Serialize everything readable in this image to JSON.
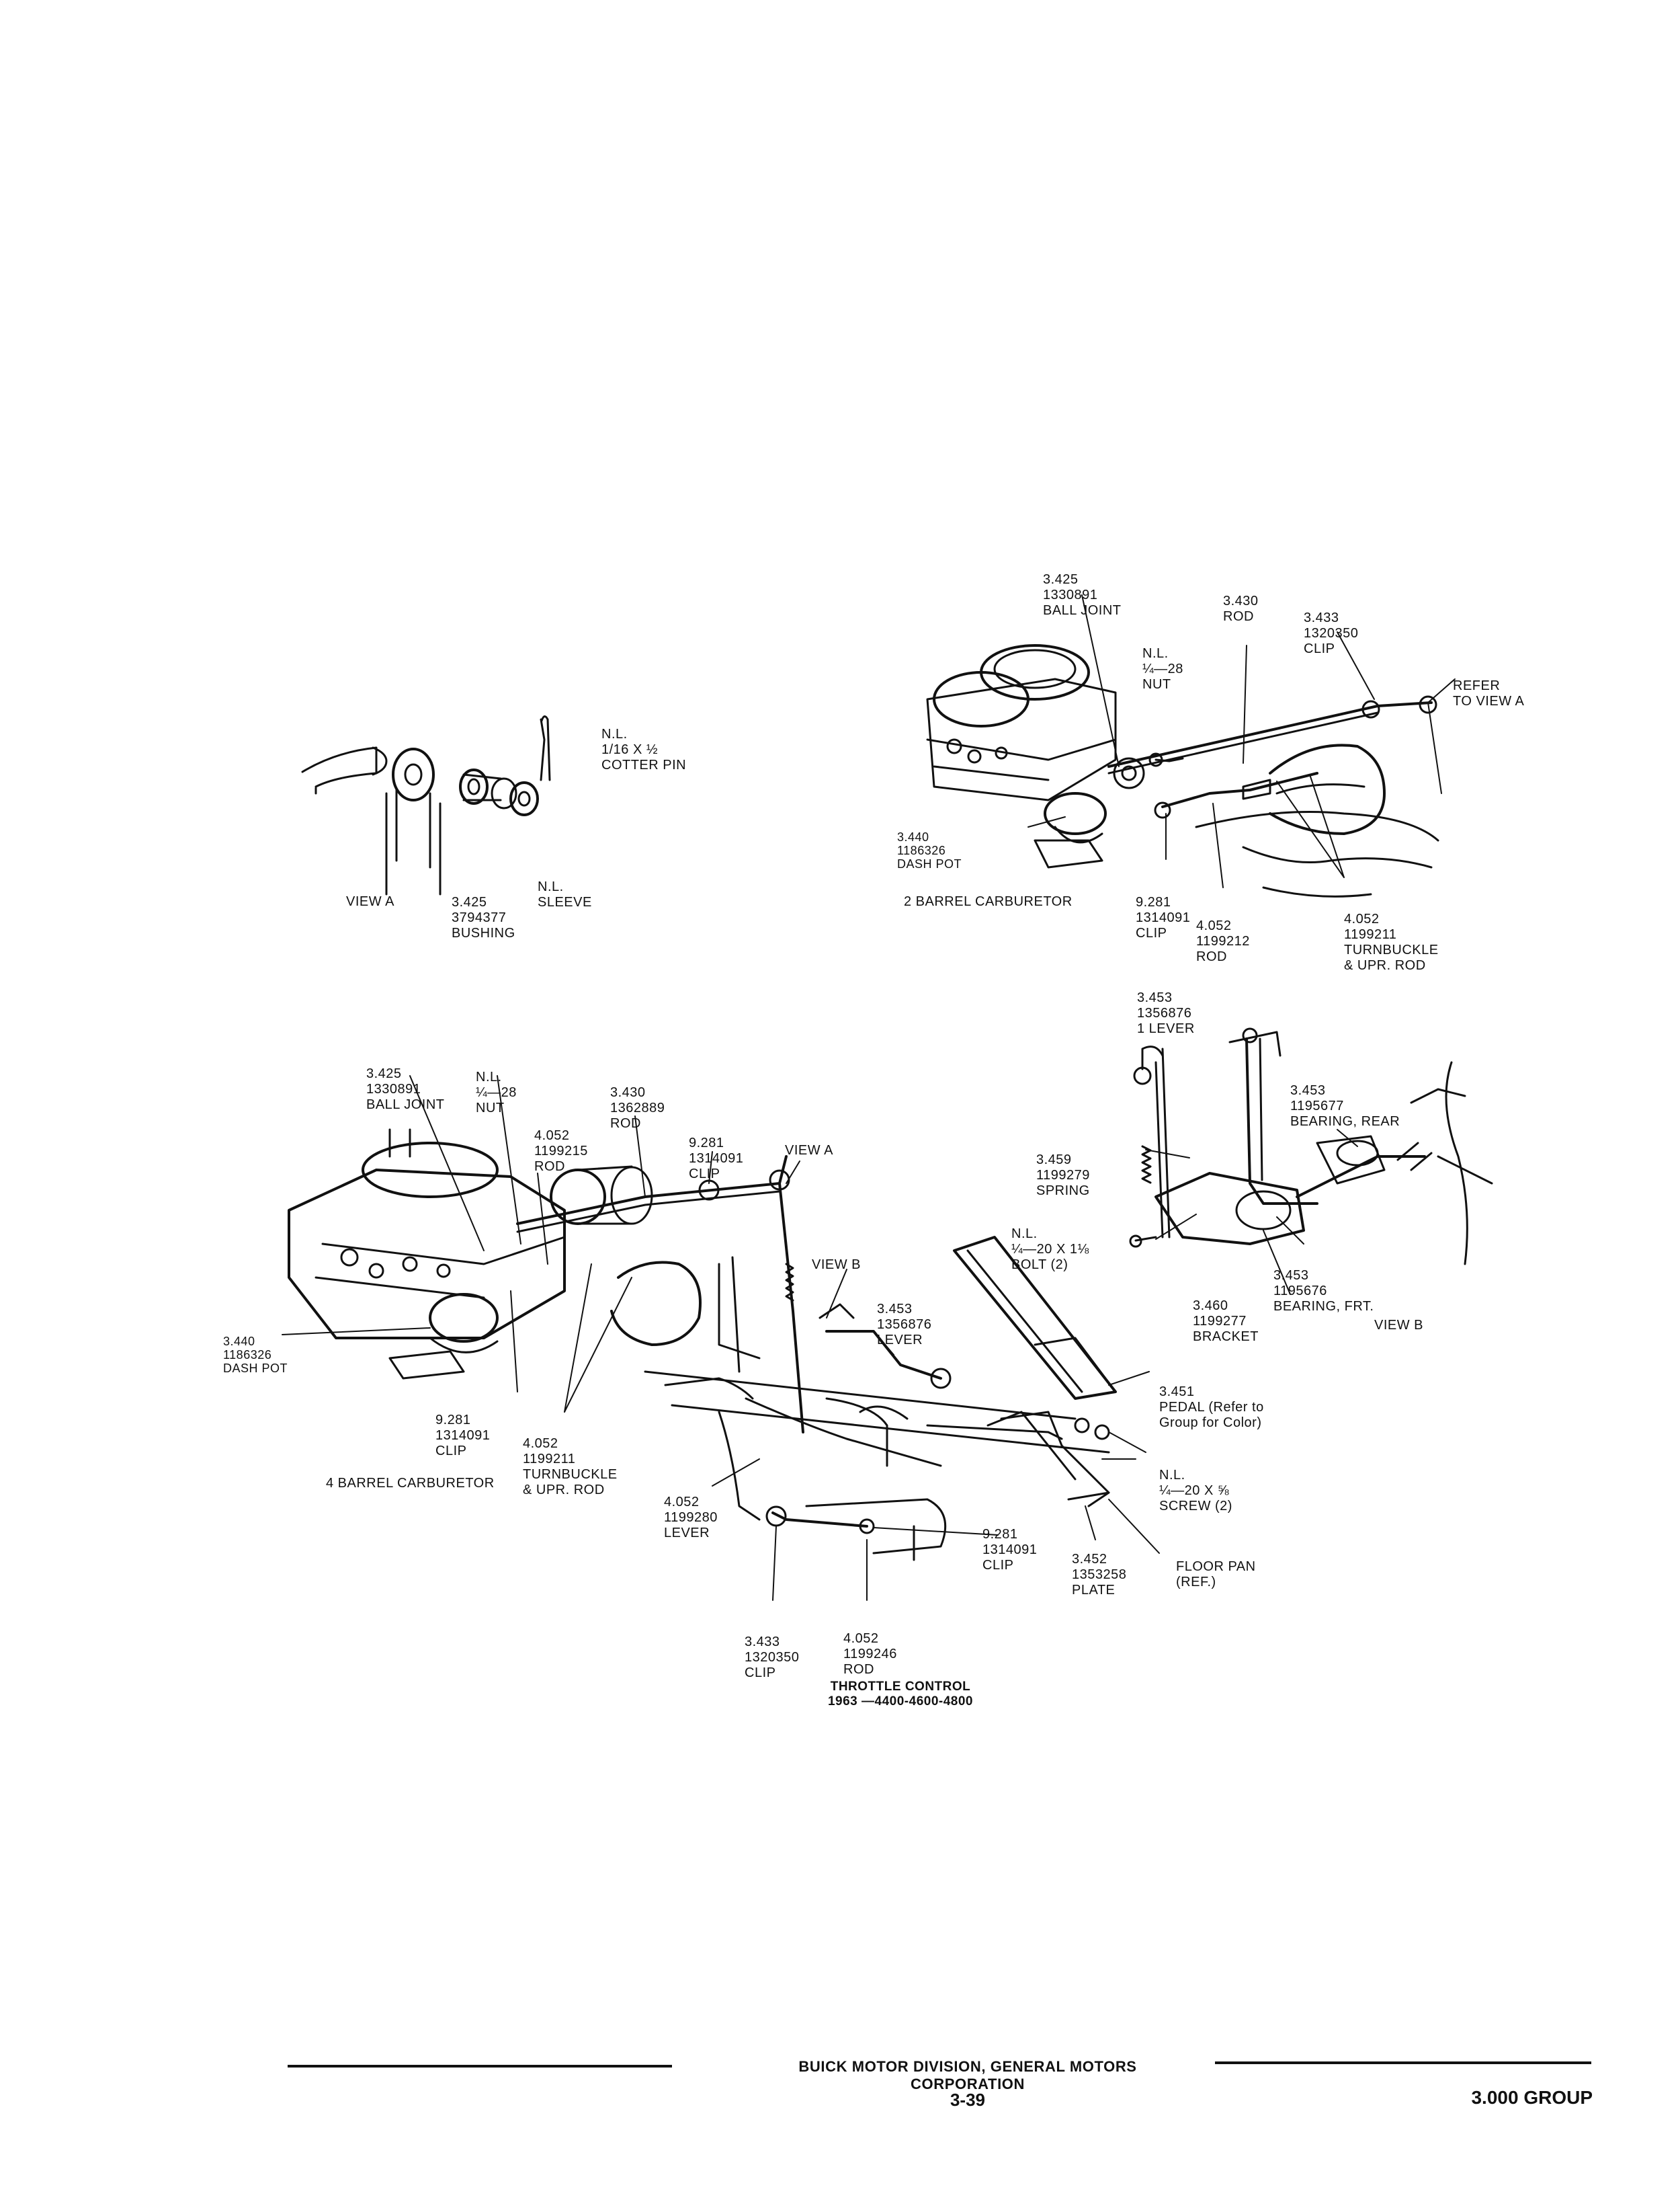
{
  "callouts": {
    "view_a": {
      "cotter_pin": [
        "N.L.",
        "1/16 x ½",
        "COTTER PIN"
      ],
      "bushing": [
        "3.425",
        "3794377",
        "BUSHING"
      ],
      "sleeve": [
        "N.L.",
        "SLEEVE"
      ],
      "view_label": "VIEW A"
    },
    "two_barrel": {
      "ball_joint": [
        "3.425",
        "1330891",
        "BALL JOINT"
      ],
      "rod": [
        "3.430",
        "ROD"
      ],
      "nut": [
        "N.L.",
        "¼—28",
        "NUT"
      ],
      "clip_top": [
        "3.433",
        "1320350",
        "CLIP"
      ],
      "refer": [
        "REFER",
        "TO VIEW A"
      ],
      "dash_pot": [
        "3.440",
        "1186326",
        "DASH POT"
      ],
      "clip": [
        "9.281",
        "1314091",
        "CLIP"
      ],
      "rod_lower": [
        "4.052",
        "1199212",
        "ROD"
      ],
      "turnbuckle": [
        "4.052",
        "1199211",
        "TURNBUCKLE",
        "& UPR. ROD"
      ],
      "name": "2 BARREL CARBURETOR"
    },
    "view_b": {
      "lever": [
        "3.453",
        "1356876",
        "1 LEVER"
      ],
      "bearing_rear": [
        "3.453",
        "1195677",
        "BEARING, REAR"
      ],
      "spring": [
        "3.459",
        "1199279",
        "SPRING"
      ],
      "bolt": [
        "N.L.",
        "¼—20 x 1⅛",
        "BOLT (2)"
      ],
      "bearing_front": [
        "3.453",
        "1195676",
        "BEARING, FRT."
      ],
      "bracket": [
        "3.460",
        "1199277",
        "BRACKET"
      ],
      "view_label": "VIEW B"
    },
    "four_barrel": {
      "ball_joint": [
        "3.425",
        "1330891",
        "BALL JOINT"
      ],
      "nut": [
        "N.L.",
        "¼—28",
        "NUT"
      ],
      "rod": [
        "3.430",
        "1362889",
        "ROD"
      ],
      "rod_small": [
        "4.052",
        "1199215",
        "ROD"
      ],
      "clip_upper": [
        "9.281",
        "1314091",
        "CLIP"
      ],
      "view_a_ref": "VIEW A",
      "view_b_ref": "VIEW B",
      "lever": [
        "3.453",
        "1356876",
        "LEVER"
      ],
      "dash_pot": [
        "3.440",
        "1186326",
        "DASH POT"
      ],
      "clip_lower": [
        "9.281",
        "1314091",
        "CLIP"
      ],
      "turnbuckle": [
        "4.052",
        "1199211",
        "TURNBUCKLE",
        "& UPR. ROD"
      ],
      "lever_lower": [
        "4.052",
        "1199280",
        "LEVER"
      ],
      "pedal": [
        "3.451",
        "PEDAL (Refer to",
        "Group for Color)"
      ],
      "screw": [
        "N.L.",
        "¼—20 x ⅝",
        "SCREW (2)"
      ],
      "clip_pedal": [
        "9.281",
        "1314091",
        "CLIP"
      ],
      "plate": [
        "3.452",
        "1353258",
        "PLATE"
      ],
      "floor_pan": [
        "FLOOR PAN",
        "(REF.)"
      ],
      "clip_bottom": [
        "3.433",
        "1320350",
        "CLIP"
      ],
      "rod_bottom": [
        "4.052",
        "1199246",
        "ROD"
      ],
      "name": "4 BARREL CARBURETOR"
    }
  },
  "title": [
    "THROTTLE CONTROL",
    "1963 —4400-4600-4800"
  ],
  "footer": {
    "company": "BUICK MOTOR DIVISION, GENERAL MOTORS CORPORATION",
    "page": "3-39",
    "group": "3.000 GROUP"
  }
}
